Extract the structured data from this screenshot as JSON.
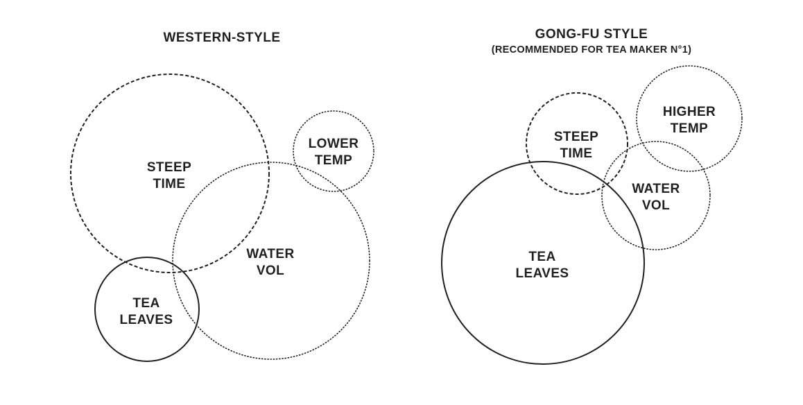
{
  "diagrams": [
    {
      "title": "WESTERN-STYLE",
      "subtitle": "",
      "circles": [
        {
          "line": [
            "STEEP",
            "TIME"
          ],
          "border": "dashed"
        },
        {
          "line": [
            "LOWER",
            "TEMP"
          ],
          "border": "dotted"
        },
        {
          "line": [
            "WATER",
            "VOL"
          ],
          "border": "dotted"
        },
        {
          "line": [
            "TEA",
            "LEAVES"
          ],
          "border": "solid"
        }
      ]
    },
    {
      "title": "GONG-FU STYLE",
      "subtitle": "(RECOMMENDED FOR TEA MAKER N°1)",
      "circles": [
        {
          "line": [
            "STEEP",
            "TIME"
          ],
          "border": "dashed"
        },
        {
          "line": [
            "HIGHER",
            "TEMP"
          ],
          "border": "dotted"
        },
        {
          "line": [
            "WATER",
            "VOL"
          ],
          "border": "dotted"
        },
        {
          "line": [
            "TEA",
            "LEAVES"
          ],
          "border": "solid"
        }
      ]
    }
  ],
  "colors": {
    "ink": "#1f1f1f",
    "background": "#ffffff"
  }
}
